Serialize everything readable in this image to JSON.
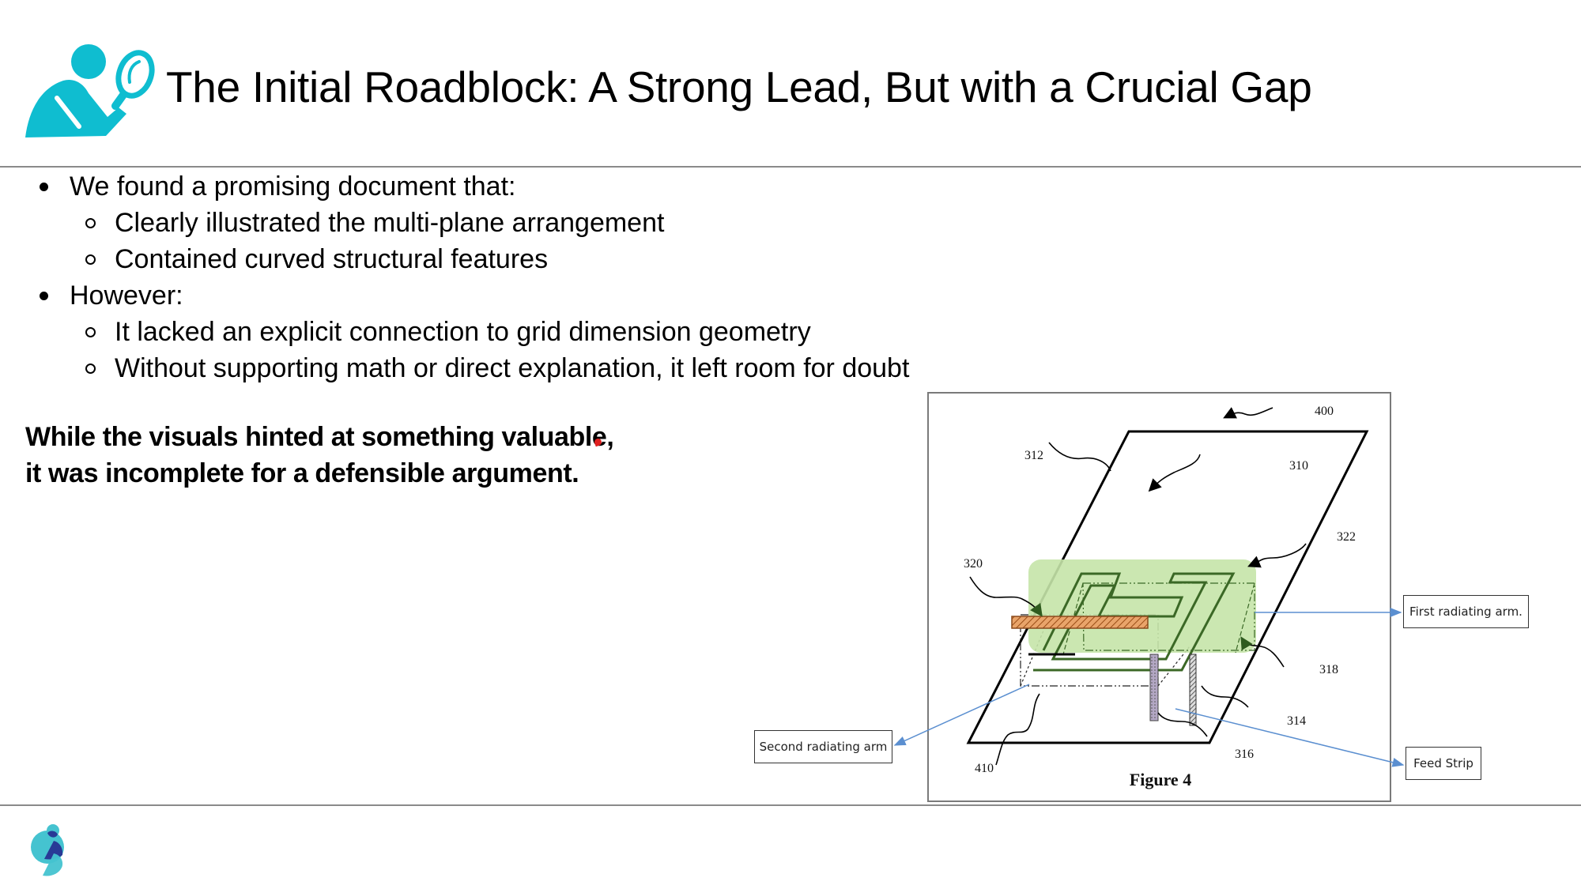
{
  "header": {
    "icon": "person-magnifier-icon",
    "title": "The Initial Roadblock: A Strong Lead, But with a Crucial Gap"
  },
  "bullets": [
    {
      "text": "We found a promising document that:",
      "children": [
        "Clearly illustrated the multi-plane arrangement",
        "Contained curved structural features"
      ]
    },
    {
      "text": "However:",
      "children": [
        "It lacked an explicit connection to grid dimension geometry",
        "Without supporting math or direct explanation, it left room for doubt"
      ]
    }
  ],
  "callout": {
    "line1": "While the visuals hinted at something valuable,",
    "line2": "it was incomplete for a defensible argument."
  },
  "figure": {
    "caption": "Figure 4",
    "reference_labels": [
      "400",
      "310",
      "312",
      "320",
      "322",
      "318",
      "314",
      "316",
      "410"
    ],
    "annotations": {
      "first_radiating_arm": "First radiating arm.",
      "feed_strip": "Feed Strip",
      "second_radiating_arm": "Second radiating arm"
    }
  },
  "colors": {
    "brand_teal": "#0fbdd0",
    "logo_teal": "#45c3d0",
    "logo_navy": "#283a96",
    "highlight_green": "#c5e4a9",
    "annotation_arrow": "#5b8fd0",
    "feed_strip_orange": "#c9772f",
    "feed_post_purple": "#a79ab8"
  },
  "footer": {
    "logo": "company-logo-icon"
  }
}
